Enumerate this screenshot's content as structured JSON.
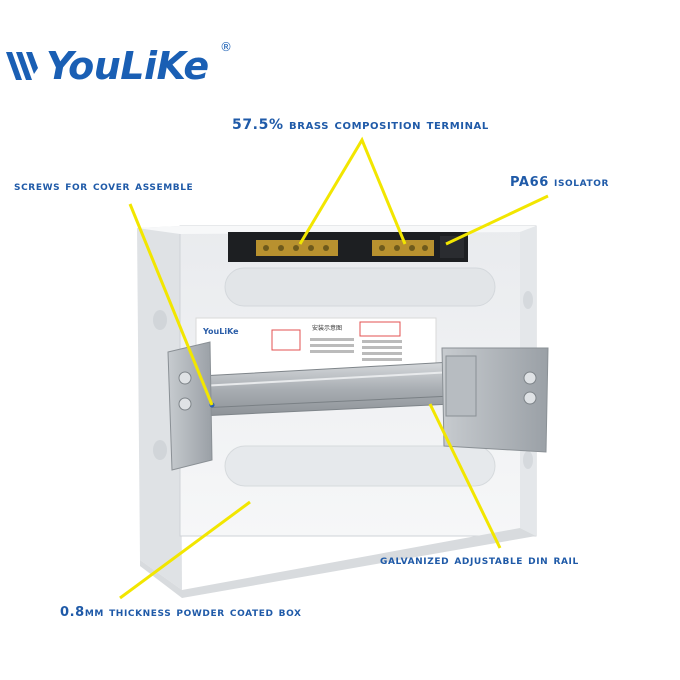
{
  "brand": {
    "name": "YouLiKe",
    "registered_mark": "®",
    "color": "#1a5fb4"
  },
  "annotations": {
    "brass_terminal": "57.5% brass composition terminal",
    "screws": "screws for cover assemble",
    "isolator": "PA66 isolator",
    "din_rail": "galvanized adjustable din rail",
    "box": "0.8mm thickness powder coated box"
  },
  "box_print": {
    "brand": "YouLiKe",
    "diagram_title": "安装示意图"
  },
  "colors": {
    "label": "#1f5aa8",
    "leader": "#f2e600",
    "box": "#f2f3f5",
    "rail": "#b9bec4"
  }
}
